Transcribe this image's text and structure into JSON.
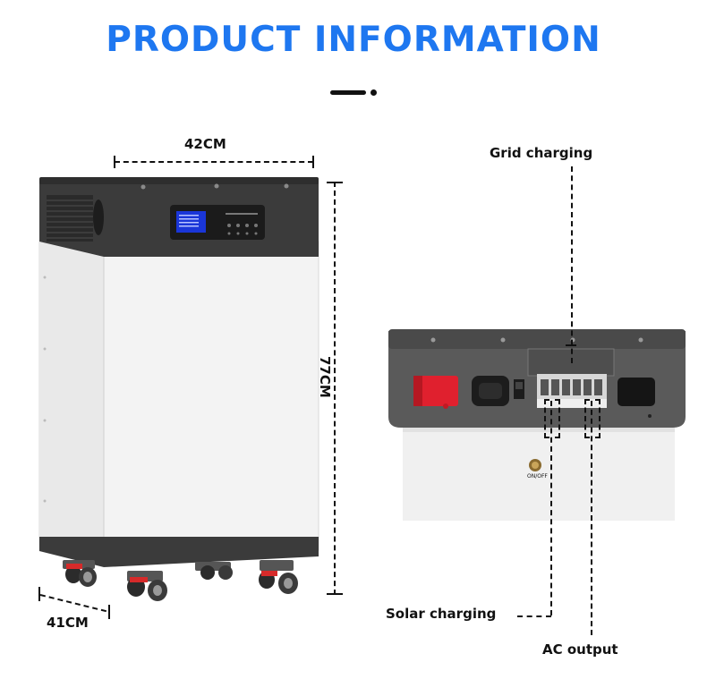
{
  "header": {
    "title": "PRODUCT INFORMATION"
  },
  "dimensions": {
    "width": "42CM",
    "height": "77CM",
    "depth": "41CM"
  },
  "callouts": {
    "grid_charging": "Grid charging",
    "solar_charging": "Solar charging",
    "ac_output": "AC output"
  },
  "panel": {
    "switch_label": "ON/OFF"
  },
  "colors": {
    "title": "#1e77f0",
    "body": "#f2f2f2",
    "top": "#3d3d3d",
    "screen": "#1a36d8",
    "breaker": "#e0202e"
  }
}
